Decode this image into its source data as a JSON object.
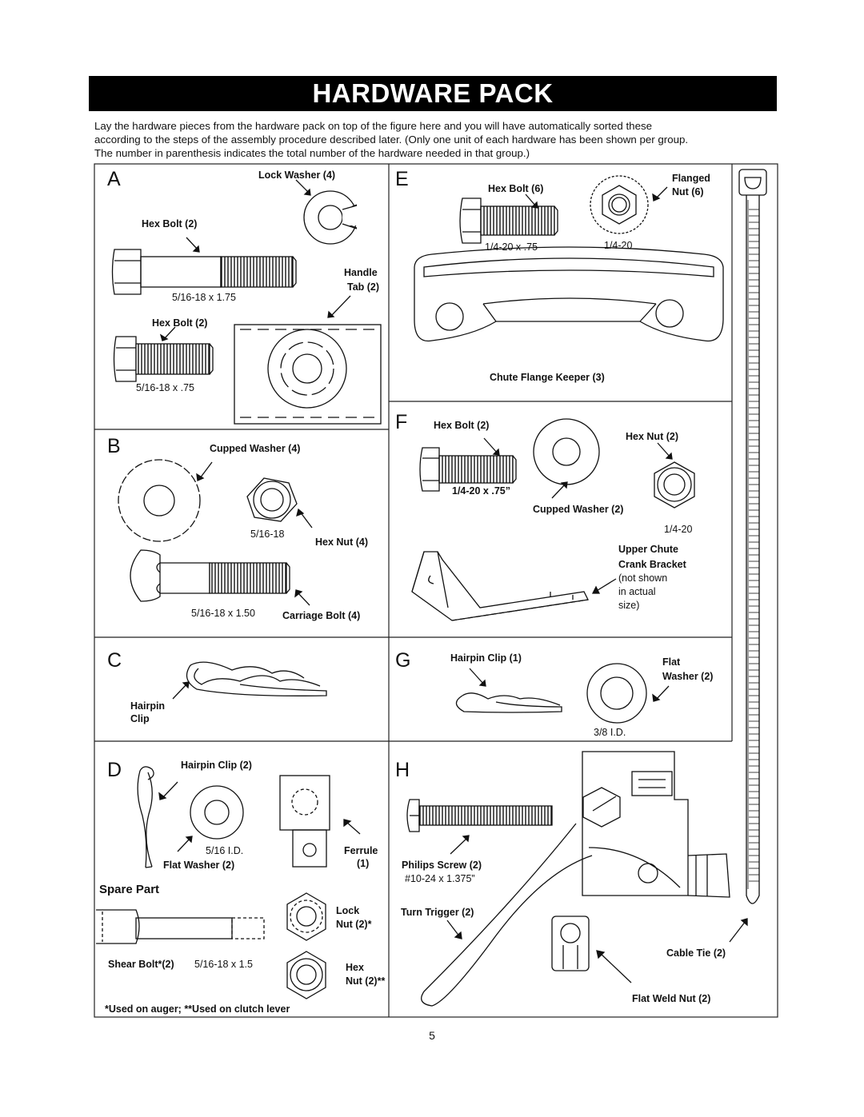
{
  "title": "HARDWARE PACK",
  "intro": [
    "Lay the hardware pieces from the hardware pack on top of the figure here and you will have automatically sorted these",
    "according to the steps of the assembly procedure described later. (Only one unit of each hardware has been shown per group.",
    "The number in  parenthesis indicates the total number of the hardware needed in that group.)"
  ],
  "sections": {
    "A": {
      "letter": "A",
      "lock_washer": "Lock Washer  (4)",
      "hex_bolt_1": "Hex Bolt  (2)",
      "hex_bolt_1_size": "5/16-18 x 1.75",
      "handle": "Handle",
      "tab": "Tab (2)",
      "hex_bolt_2": "Hex Bolt  (2)",
      "hex_bolt_2_size": "5/16-18 x .75"
    },
    "B": {
      "letter": "B",
      "cupped_washer": "Cupped Washer  (4)",
      "nut_size": "5/16-18",
      "hex_nut": "Hex Nut  (4)",
      "carriage_size": "5/16-18 x 1.50",
      "carriage_bolt": "Carriage Bolt  (4)"
    },
    "C": {
      "letter": "C",
      "hairpin": "Hairpin",
      "clip": "Clip"
    },
    "D": {
      "letter": "D",
      "hairpin_clip": "Hairpin Clip (2)",
      "washer_id": "5/16 I.D.",
      "flat_washer": "Flat Washer  (2)",
      "ferrule": "Ferrule",
      "ferrule_qty": "(1)",
      "spare_part": "Spare Part",
      "lock": "Lock",
      "lock_nut": "Nut (2)*",
      "shear_bolt": "Shear Bolt*(2)",
      "shear_size": "5/16-18 x 1.5",
      "hex": "Hex",
      "hex_nut": "Nut (2)**",
      "footnote": "*Used on auger; **Used on clutch lever"
    },
    "E": {
      "letter": "E",
      "hex_bolt": "Hex Bolt  (6)",
      "flanged": "Flanged",
      "nut": "Nut  (6)",
      "bolt_size": "1/4-20 x .75",
      "nut_size": "1/4-20",
      "keeper": "Chute Flange Keeper  (3)"
    },
    "F": {
      "letter": "F",
      "hex_bolt": "Hex Bolt  (2)",
      "hex_nut": "Hex Nut  (2)",
      "bolt_size": "1/4-20 x .75”",
      "cupped_washer": "Cupped Washer  (2)",
      "nut_size": "1/4-20",
      "upper_chute": "Upper Chute",
      "crank_bracket": "Crank Bracket",
      "note1": "(not shown",
      "note2": "in actual",
      "note3": "size)"
    },
    "G": {
      "letter": "G",
      "hairpin_clip": "Hairpin Clip  (1)",
      "flat": "Flat",
      "washer": "Washer  (2)",
      "id": "3/8 I.D."
    },
    "H": {
      "letter": "H",
      "philips_screw": "Philips Screw  (2)",
      "screw_size": "#10-24 x 1.375”",
      "turn_trigger": "Turn Trigger  (2)",
      "cable_tie": "Cable Tie  (2)",
      "flat_weld_nut": "Flat Weld Nut  (2)"
    }
  },
  "page_number": "5"
}
